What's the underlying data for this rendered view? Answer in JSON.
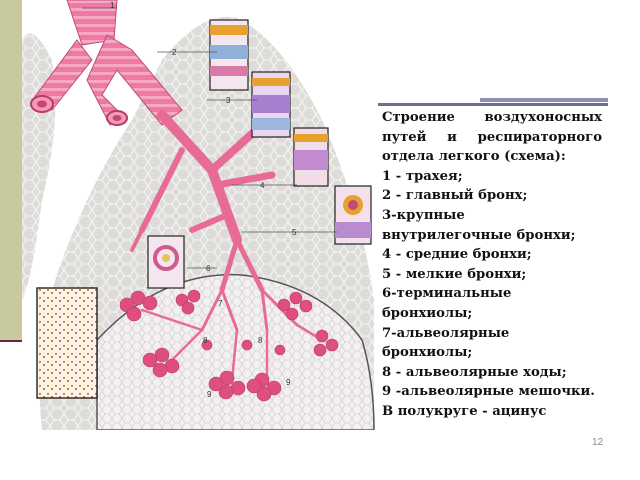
{
  "slide": {
    "page_number": "12"
  },
  "diagram": {
    "labels": [
      "1",
      "2",
      "3",
      "4",
      "5",
      "6",
      "7",
      "8",
      "8",
      "9",
      "9"
    ]
  },
  "caption": {
    "lines": [
      "Строение воздухоносных",
      "путей и респираторного",
      "отдела легкого (схема):",
      "1 - трахея;",
      "2 - главный бронх;",
      "3-крупные",
      "внутрилегочные бронхи;",
      "4 - средние бронхи;",
      "5 - мелкие бронхи;",
      "6-терминальные",
      "бронхиолы;",
      "7-альвеолярные",
      "бронхиолы;",
      "8 - альвеолярные ходы;",
      "9 -альвеолярные мешочки.",
      "В полукруге - ацинус"
    ]
  },
  "colors": {
    "airway": "#e8709a",
    "airway_dark": "#b83a6a",
    "lung": "#dcdcd8",
    "acinus": "#f2eef0",
    "alveoli": "#e04a7a",
    "side_bar": "#c9c9a0"
  }
}
